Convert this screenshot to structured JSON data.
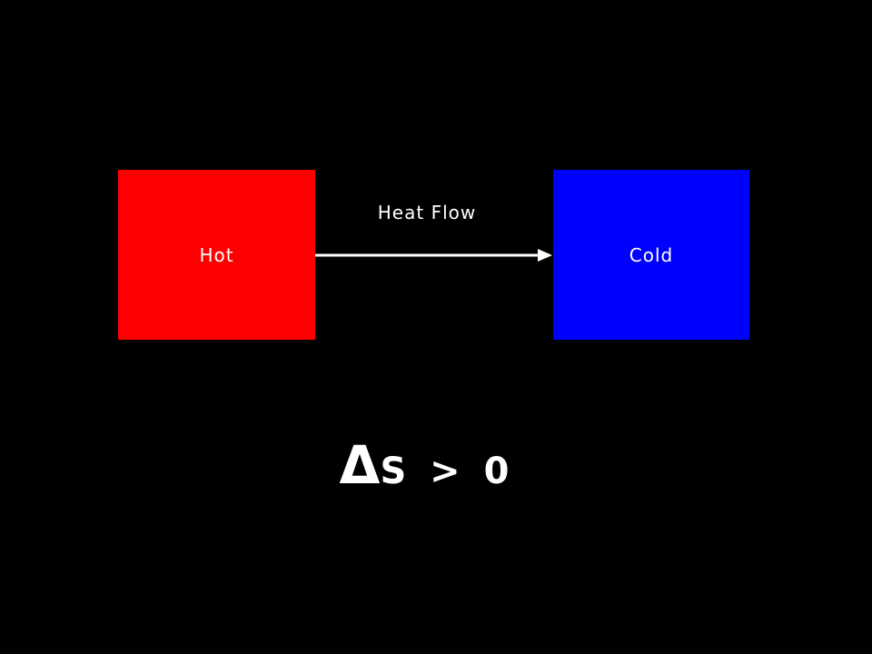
{
  "colors": {
    "background": "#000000",
    "hot": "#ff0000",
    "cold": "#0000ff",
    "text": "#ffffff",
    "arrow": "#ffffff"
  },
  "diagram": {
    "hot_label": "Hot",
    "cold_label": "Cold",
    "flow_label": "Heat Flow",
    "arrow_direction": "hot-to-cold"
  },
  "equation": {
    "delta": "Δ",
    "rest": "S > 0"
  }
}
